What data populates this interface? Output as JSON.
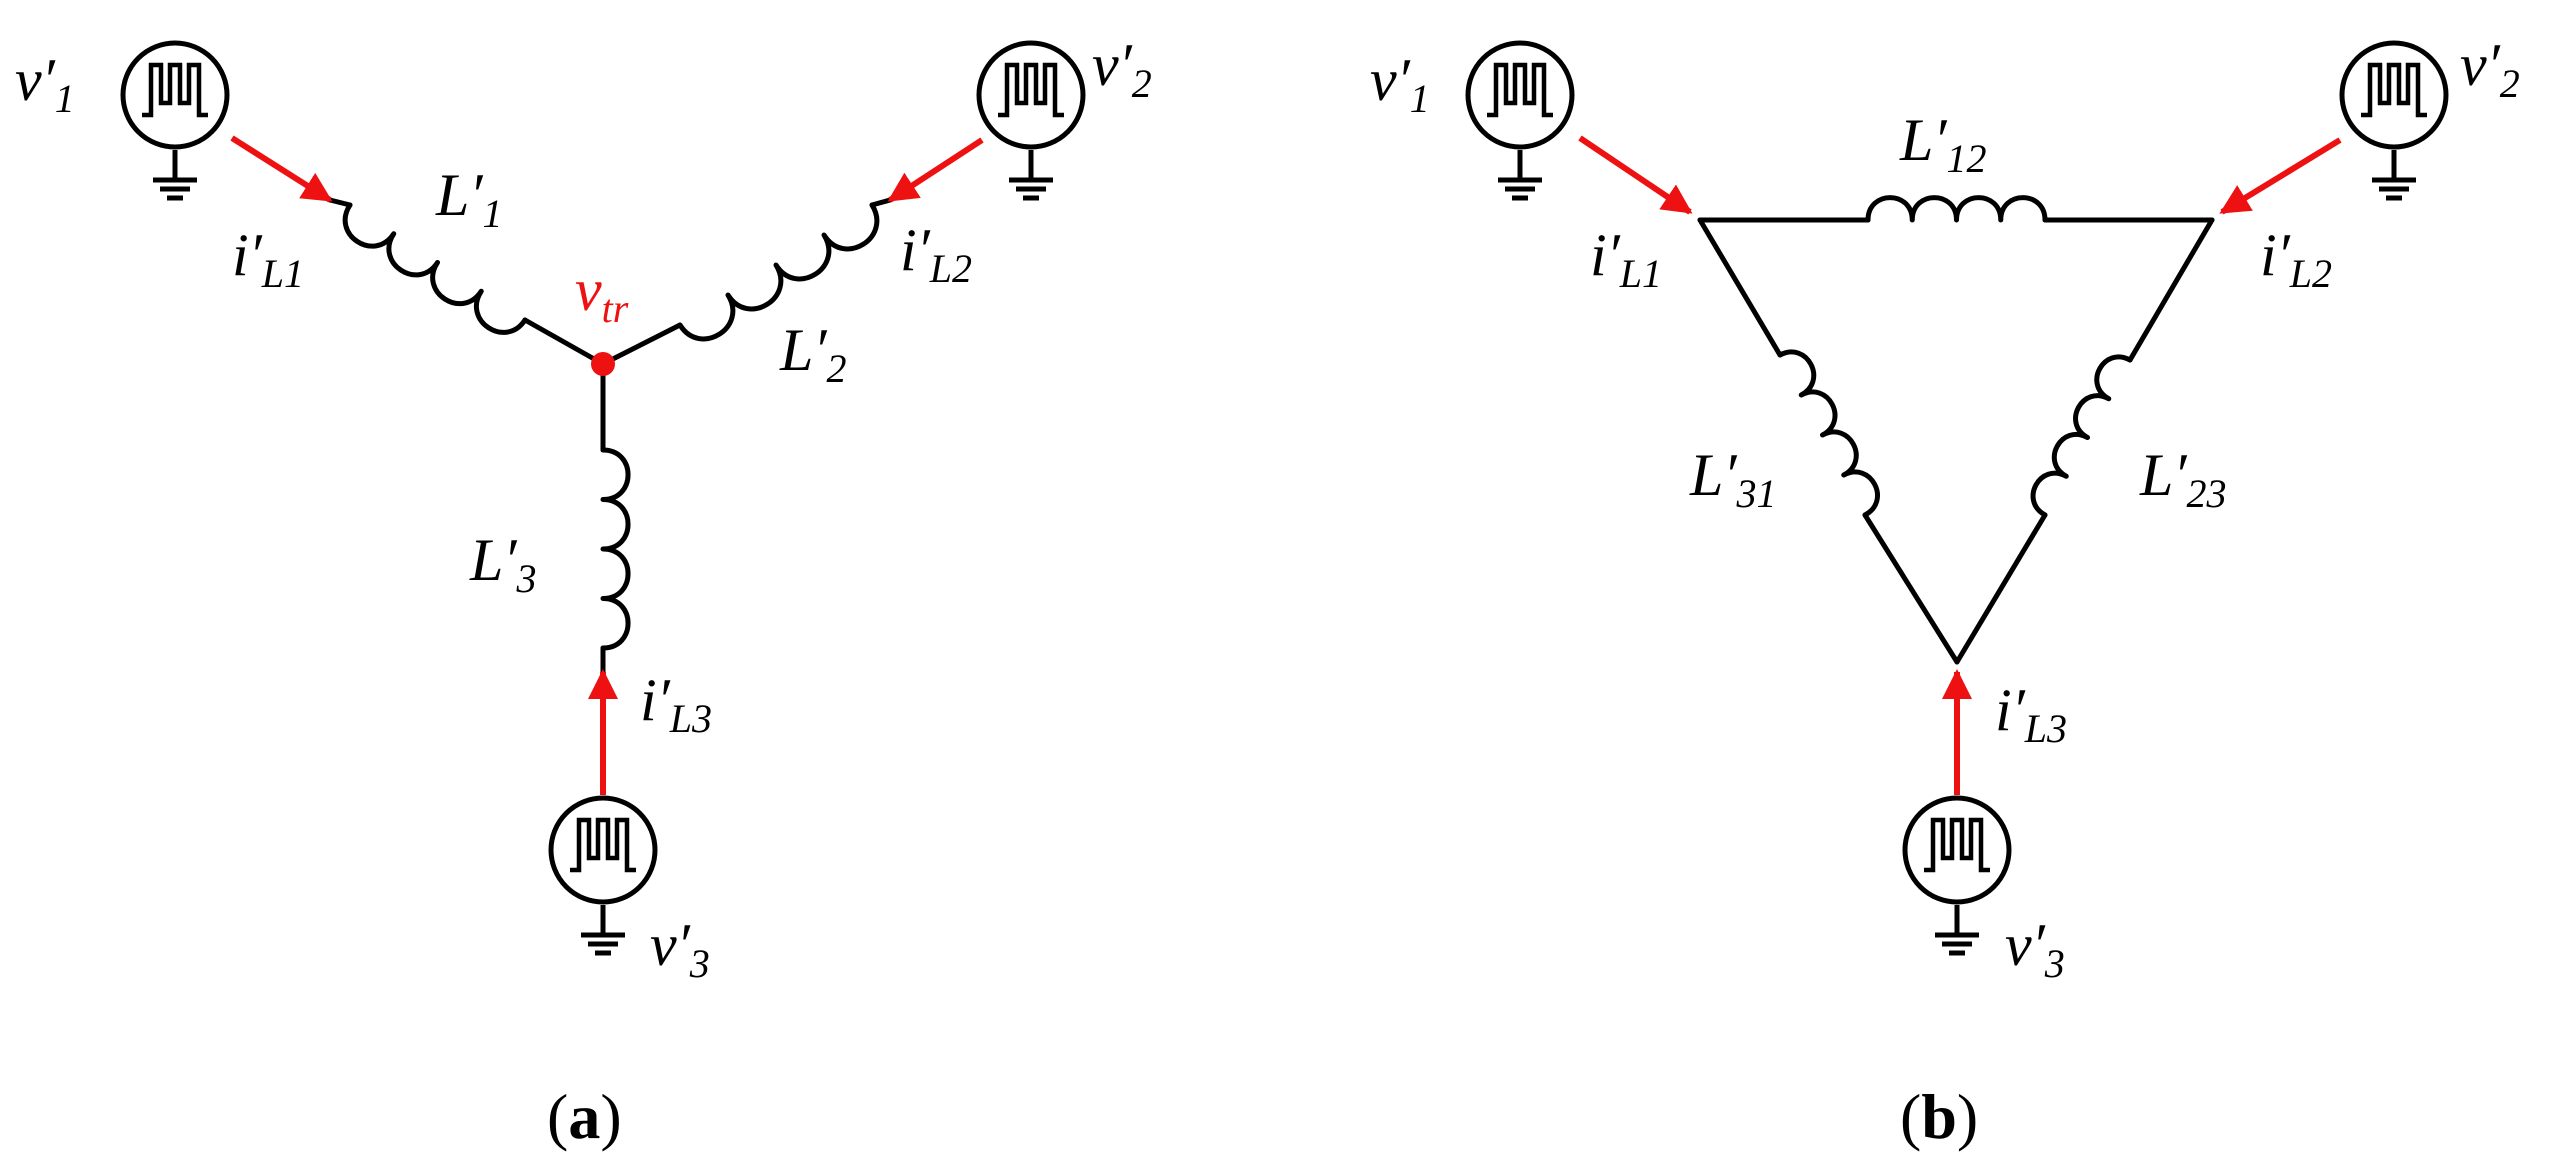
{
  "colors": {
    "wire": "#000000",
    "current": "#ee1111",
    "junction": "#ee1111",
    "background": "#ffffff"
  },
  "diagram_a": {
    "caption_open": "(",
    "caption_letter": "a",
    "caption_close": ")",
    "sources": [
      {
        "main": "v′",
        "sub": "1"
      },
      {
        "main": "v′",
        "sub": "2"
      },
      {
        "main": "v′",
        "sub": "3"
      }
    ],
    "inductors": [
      {
        "main": "L′",
        "sub": "1"
      },
      {
        "main": "L′",
        "sub": "2"
      },
      {
        "main": "L′",
        "sub": "3"
      }
    ],
    "currents": [
      {
        "main": "i′",
        "sub": "L1"
      },
      {
        "main": "i′",
        "sub": "L2"
      },
      {
        "main": "i′",
        "sub": "L3"
      }
    ],
    "node": {
      "main": "v",
      "sub": "tr"
    }
  },
  "diagram_b": {
    "caption_open": "(",
    "caption_letter": "b",
    "caption_close": ")",
    "sources": [
      {
        "main": "v′",
        "sub": "1"
      },
      {
        "main": "v′",
        "sub": "2"
      },
      {
        "main": "v′",
        "sub": "3"
      }
    ],
    "inductors": [
      {
        "main": "L′",
        "sub": "12"
      },
      {
        "main": "L′",
        "sub": "31"
      },
      {
        "main": "L′",
        "sub": "23"
      }
    ],
    "currents": [
      {
        "main": "i′",
        "sub": "L1"
      },
      {
        "main": "i′",
        "sub": "L2"
      },
      {
        "main": "i′",
        "sub": "L3"
      }
    ]
  }
}
